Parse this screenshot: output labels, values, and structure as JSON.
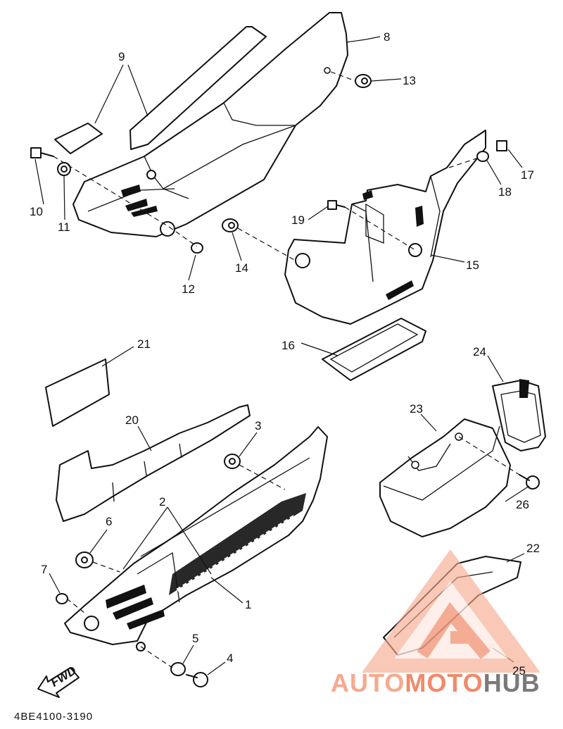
{
  "diagram": {
    "code": "4BE4100-3190",
    "fwd_label": "FWD",
    "callouts": [
      {
        "id": "c1",
        "label": "1"
      },
      {
        "id": "c2",
        "label": "2"
      },
      {
        "id": "c3",
        "label": "3"
      },
      {
        "id": "c4",
        "label": "4"
      },
      {
        "id": "c5",
        "label": "5"
      },
      {
        "id": "c6",
        "label": "6"
      },
      {
        "id": "c7",
        "label": "7"
      },
      {
        "id": "c8",
        "label": "8"
      },
      {
        "id": "c9",
        "label": "9"
      },
      {
        "id": "c10",
        "label": "10"
      },
      {
        "id": "c11",
        "label": "11"
      },
      {
        "id": "c12",
        "label": "12"
      },
      {
        "id": "c13",
        "label": "13"
      },
      {
        "id": "c14",
        "label": "14"
      },
      {
        "id": "c15",
        "label": "15"
      },
      {
        "id": "c16",
        "label": "16"
      },
      {
        "id": "c17",
        "label": "17"
      },
      {
        "id": "c18",
        "label": "18"
      },
      {
        "id": "c19",
        "label": "19"
      },
      {
        "id": "c20",
        "label": "20"
      },
      {
        "id": "c21",
        "label": "21"
      },
      {
        "id": "c22",
        "label": "22"
      },
      {
        "id": "c23",
        "label": "23"
      },
      {
        "id": "c24",
        "label": "24"
      },
      {
        "id": "c25",
        "label": "25"
      },
      {
        "id": "c26",
        "label": "26"
      }
    ]
  },
  "watermark": {
    "part1": "AUTO",
    "part2": "MOTO",
    "part3": "HUB",
    "colors": {
      "accent": "#e8302a",
      "light": "#f6a98f",
      "mid": "#f08a6a",
      "grey": "#7a7a7a"
    }
  }
}
